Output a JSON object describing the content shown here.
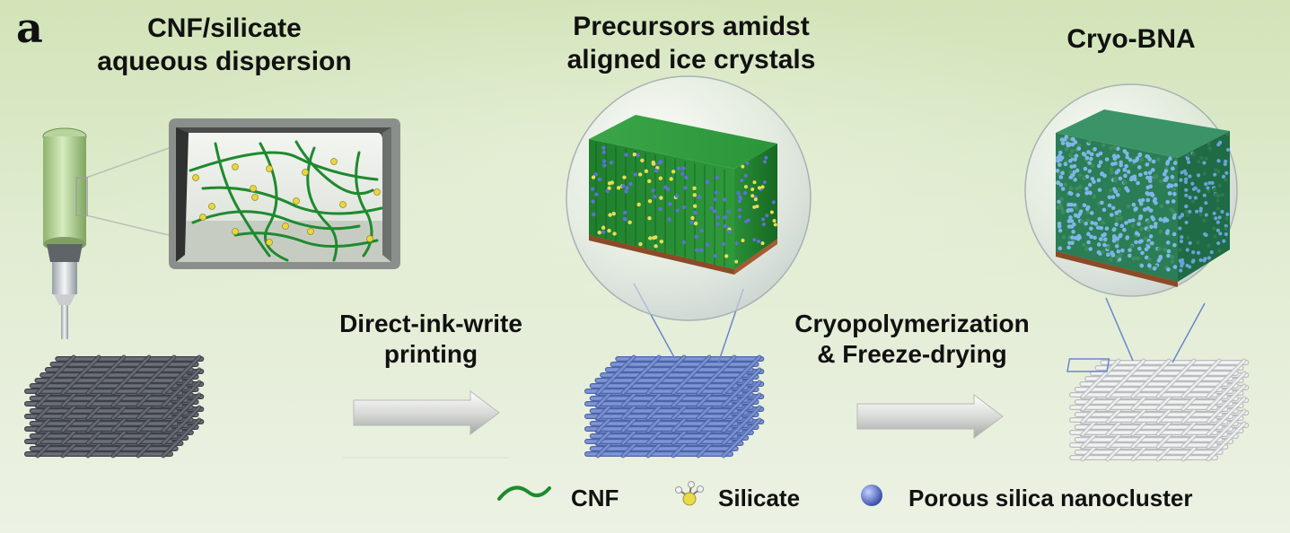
{
  "panel_label": "a",
  "stages": [
    {
      "id": "dispersion",
      "title_line1": "CNF/silicate",
      "title_line2": "aqueous dispersion"
    },
    {
      "id": "precursors",
      "title_line1": "Precursors amidst",
      "title_line2": "aligned ice crystals"
    },
    {
      "id": "product",
      "title_line1": "Cryo-BNA",
      "title_line2": ""
    }
  ],
  "steps": [
    {
      "id": "print",
      "line1": "Direct-ink-write",
      "line2": "printing"
    },
    {
      "id": "cryo",
      "line1": "Cryopolymerization",
      "line2": "& Freeze-drying"
    }
  ],
  "legend": [
    {
      "id": "cnf",
      "label": "CNF",
      "color": "#1e8a2e",
      "icon": "green-fiber-icon"
    },
    {
      "id": "silicate",
      "label": "Silicate",
      "color": "#e6d84a",
      "icon": "silicate-molecule-icon"
    },
    {
      "id": "silica",
      "label": "Porous silica nanocluster",
      "color": "#4a62c9",
      "icon": "blue-sphere-icon"
    }
  ],
  "colors": {
    "lattice_gray": "#6b6f78",
    "lattice_blue": "#7f96d6",
    "lattice_white": "#f2f3f3",
    "fiber_green": "#1e8a2e",
    "substrate": "#b3663a"
  }
}
